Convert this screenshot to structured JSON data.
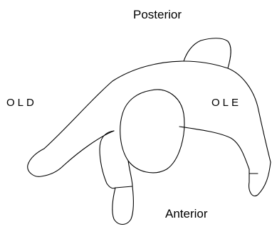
{
  "labels": {
    "posterior": "Posterior",
    "anterior": "Anterior",
    "old": "OLD",
    "ole": "OLE"
  },
  "colors": {
    "stroke": "#000000",
    "background": "#ffffff"
  }
}
